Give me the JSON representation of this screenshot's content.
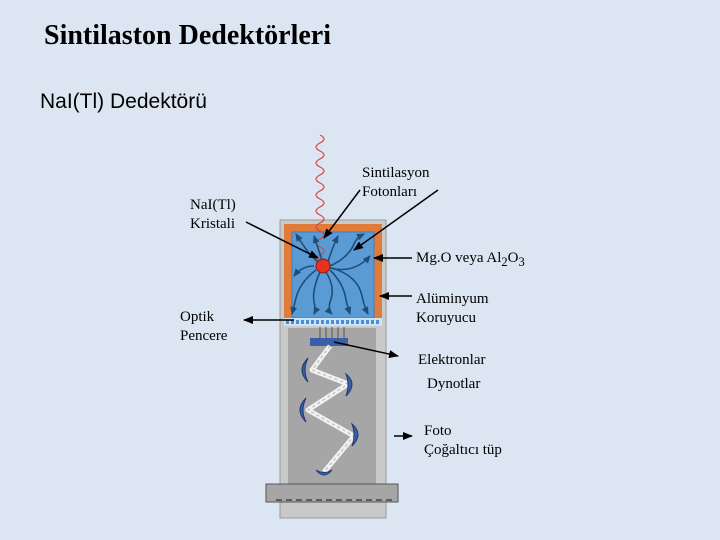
{
  "title": "Sintilaston Dedektörleri",
  "subtitle": "NaI(Tl) Dedektörü",
  "labels": {
    "crystal_line1": "NaI(Tl)",
    "crystal_line2": "Kristali",
    "photons_line1": "Sintilasyon",
    "photons_line2": "Fotonları",
    "mgo_prefix": "Mg.O veya Al",
    "mgo_sub1": "2",
    "mgo_mid": "O",
    "mgo_sub2": "3",
    "aluminum_line1": "Alüminyum",
    "aluminum_line2": "Koruyucu",
    "window_line1": "Optik",
    "window_line2": "Pencere",
    "electrons": "Elektronlar",
    "dynodes": "Dynotlar",
    "pmt_line1": "Foto",
    "pmt_line2": "Çoğaltıcı tüp"
  },
  "colors": {
    "background": "#dbe6f2",
    "crystal": "#5b9bd5",
    "reflector": "#e07b39",
    "housing": "#c9c9c9",
    "tube": "#a6a6a6",
    "photon_paths": "#1f4e79",
    "gamma_ray": "#e04040",
    "interaction_point": "#e8321e",
    "dynode": "#3a5fa8"
  }
}
